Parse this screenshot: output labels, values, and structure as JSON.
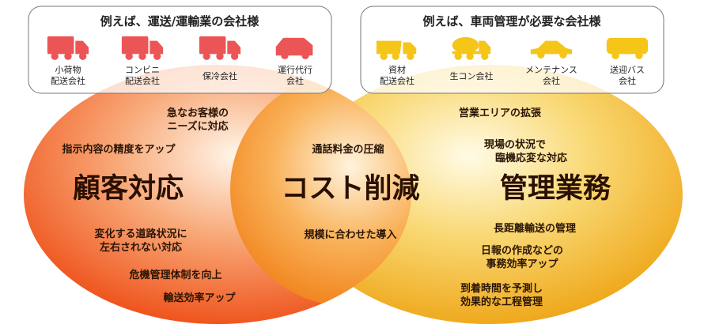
{
  "boxes": {
    "left": {
      "title": "例えば、運送/運輸業の会社様",
      "vehicles": [
        {
          "icon": "box-truck-icon",
          "lines": [
            "小荷物",
            "配送会社"
          ]
        },
        {
          "icon": "box-truck-icon",
          "lines": [
            "コンビニ",
            "配送会社"
          ]
        },
        {
          "icon": "refrigerated-truck-icon",
          "lines": [
            "保冷会社"
          ]
        },
        {
          "icon": "van-icon",
          "lines": [
            "運行代行",
            "会社"
          ]
        }
      ]
    },
    "right": {
      "title": "例えば、車両管理が必要な会社様",
      "vehicles": [
        {
          "icon": "dump-truck-icon",
          "lines": [
            "資材",
            "配送会社"
          ]
        },
        {
          "icon": "mixer-truck-icon",
          "lines": [
            "生コン会社"
          ]
        },
        {
          "icon": "car-icon",
          "lines": [
            "メンテナンス",
            "会社"
          ]
        },
        {
          "icon": "bus-icon",
          "lines": [
            "送迎バス",
            "会社"
          ]
        }
      ]
    }
  },
  "circles": {
    "left": {
      "title": "顧客対応",
      "items": [
        {
          "lines": [
            "急なお客様の",
            "ニーズに対応"
          ]
        },
        {
          "lines": [
            "指示内容の精度をアップ"
          ]
        },
        {
          "lines": [
            "変化する道路状況に",
            "左右されない対応"
          ]
        },
        {
          "lines": [
            "危機管理体制を向上"
          ]
        },
        {
          "lines": [
            "輸送効率アップ"
          ]
        }
      ]
    },
    "center": {
      "title": "コスト削減",
      "items": [
        {
          "lines": [
            "通話料金の圧縮"
          ]
        },
        {
          "lines": [
            "規模に合わせた導入"
          ]
        }
      ]
    },
    "right": {
      "title": "管理業務",
      "items": [
        {
          "lines": [
            "営業エリアの拡張"
          ]
        },
        {
          "lines": [
            "現場の状況で",
            "臨機応変な対応"
          ]
        },
        {
          "lines": [
            "長距離輸送の管理"
          ]
        },
        {
          "lines": [
            "日報の作成などの",
            "事務効率アップ"
          ]
        },
        {
          "lines": [
            "到着時間を予測し",
            "効果的な工程管理"
          ]
        }
      ]
    }
  },
  "colors": {
    "left_circle": "#ee5a1e",
    "center_circle": "#f28a1e",
    "right_circle": "#f5b81c",
    "left_vehicles": "#ec5555",
    "right_vehicles": "#f5c518"
  }
}
